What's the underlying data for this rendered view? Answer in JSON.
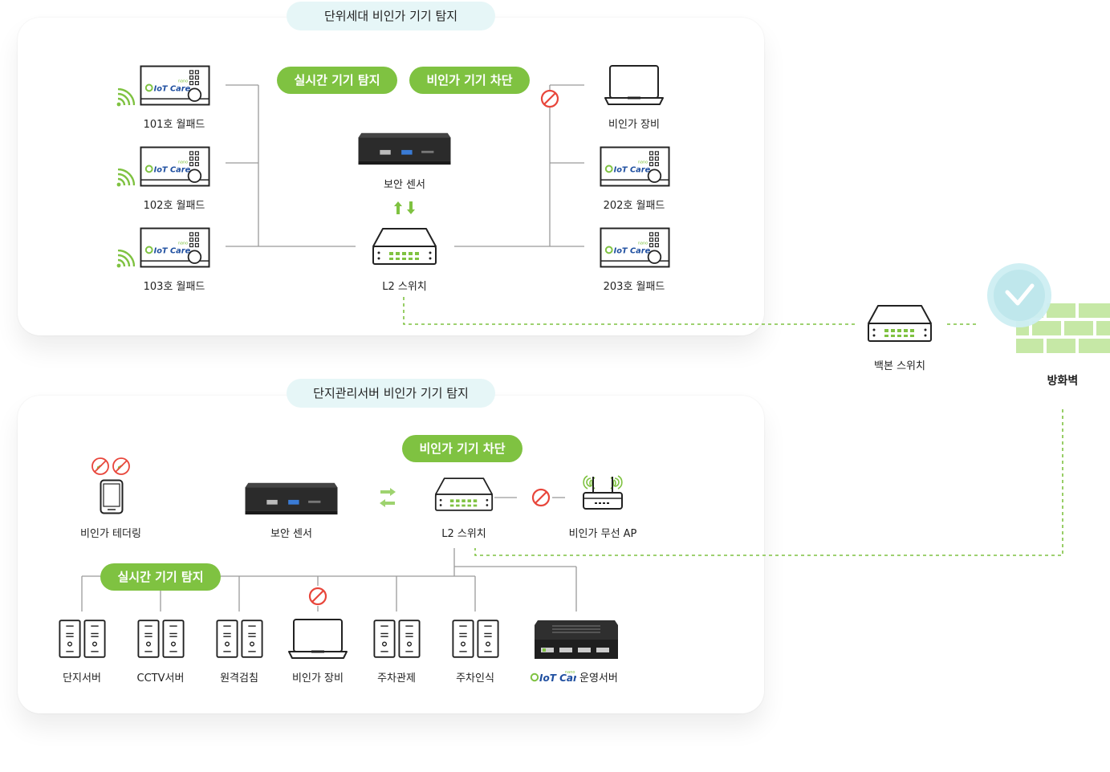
{
  "top": {
    "title": "단위세대 비인가 기기 탐지",
    "pill_detect": "실시간 기기 탐지",
    "pill_block": "비인가 기기 차단",
    "wallpads": [
      {
        "label": "101호 월패드"
      },
      {
        "label": "102호 월패드"
      },
      {
        "label": "103호 월패드"
      }
    ],
    "sensor_label": "보안 센서",
    "switch_label": "L2 스위치",
    "unauth_label": "비인가 장비",
    "right_wallpads": [
      {
        "label": "202호 월패드"
      },
      {
        "label": "203호 월패드"
      }
    ]
  },
  "backbone_label": "백본 스위치",
  "firewall_label": "방화벽",
  "bottom": {
    "title": "단지관리서버 비인가 기기 탐지",
    "pill_block": "비인가 기기 차단",
    "pill_detect": "실시간 기기 탐지",
    "tethering_label": "비인가 테더링",
    "sensor_label": "보안 센서",
    "switch_label": "L2 스위치",
    "ap_label": "비인가 무선 AP",
    "servers": [
      {
        "label": "단지서버"
      },
      {
        "label": "CCTV서버"
      },
      {
        "label": "원격검침"
      },
      {
        "label": "비인가 장비"
      },
      {
        "label": "주차관제"
      },
      {
        "label": "주차인식"
      }
    ],
    "ops_label": "운영서버"
  },
  "brand": {
    "name": "IoT Care",
    "sub": "nano"
  },
  "colors": {
    "accent": "#7fc241",
    "tab_bg": "#e6f6f7",
    "block": "#e8463b",
    "dash": "#7fc241",
    "check": "#bfe7ec"
  }
}
